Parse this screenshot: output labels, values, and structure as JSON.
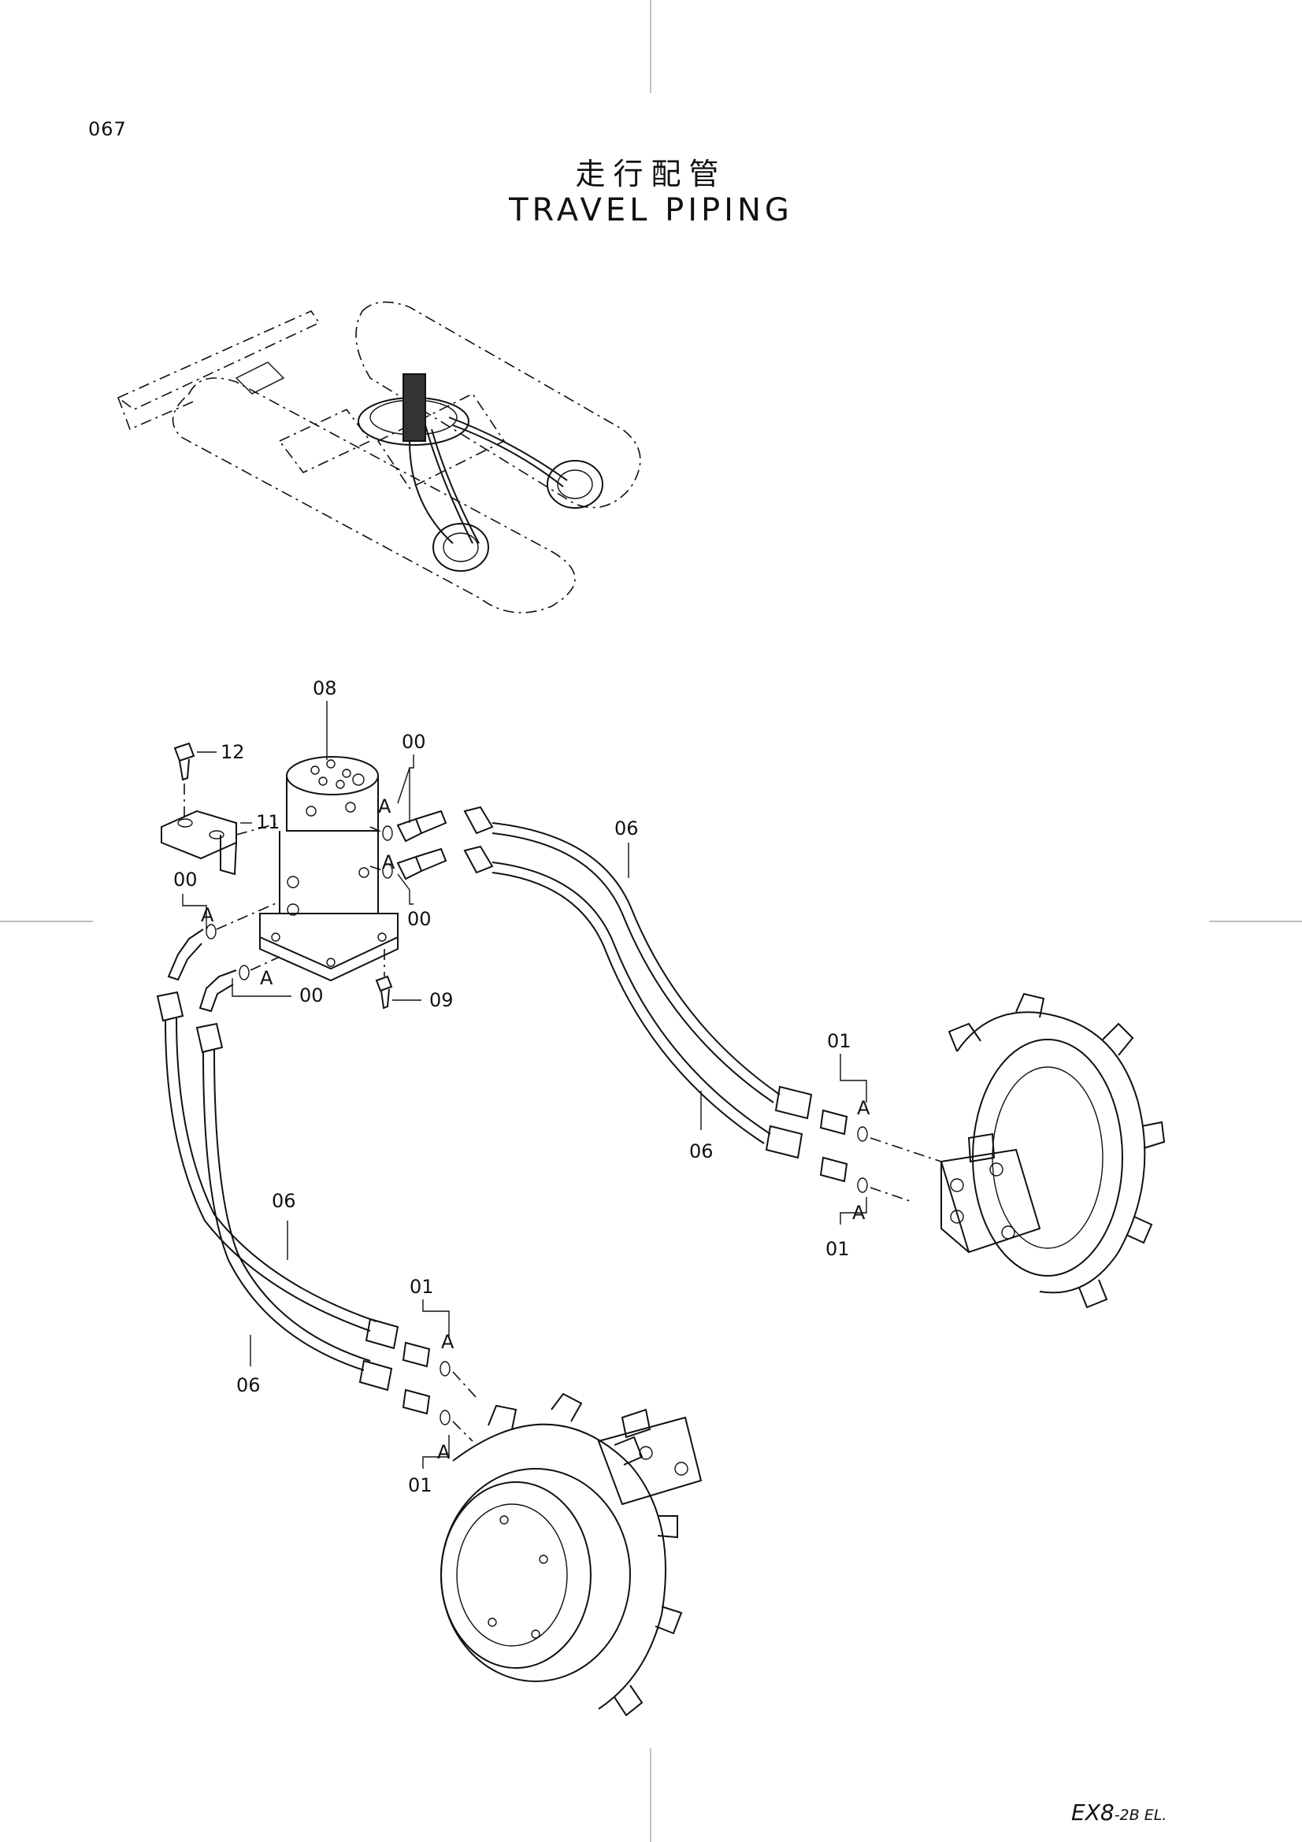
{
  "page_number": "067",
  "title_jp": "走行配管",
  "title_en": "TRAVEL PIPING",
  "model": {
    "main": "EX8",
    "suffix": "-2B EL."
  },
  "callouts": {
    "part_08": "08",
    "part_12": "12",
    "part_11": "11",
    "part_00_a": "00",
    "part_00_b": "00",
    "part_00_c": "00",
    "part_00_d": "00",
    "part_09": "09",
    "part_06_a": "06",
    "part_06_b": "06",
    "part_06_c": "06",
    "part_06_d": "06",
    "part_01_a": "01",
    "part_01_b": "01",
    "part_01_c": "01",
    "part_01_d": "01",
    "ref_a": "A"
  }
}
